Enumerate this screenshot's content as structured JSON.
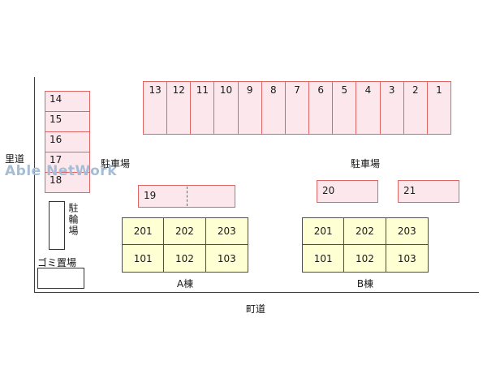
{
  "watermark": "Able NetWork",
  "roads": {
    "left": "里道",
    "bottom": "町道"
  },
  "areas": {
    "parking_label_left": "駐車場",
    "parking_label_right": "駐車場",
    "bicycle_label": "駐輪場",
    "garbage_label": "ゴミ置場"
  },
  "parking": {
    "top_row": [
      "13",
      "12",
      "11",
      "10",
      "9",
      "8",
      "7",
      "6",
      "5",
      "4",
      "3",
      "2",
      "1"
    ],
    "left_column": [
      "14",
      "15",
      "16",
      "17",
      "18"
    ],
    "space_19": "19",
    "space_20": "20",
    "space_21": "21"
  },
  "buildings": [
    {
      "name": "A棟",
      "units": [
        "201",
        "202",
        "203",
        "101",
        "102",
        "103"
      ]
    },
    {
      "name": "B棟",
      "units": [
        "201",
        "202",
        "203",
        "101",
        "102",
        "103"
      ]
    }
  ],
  "colors": {
    "parking_fill": "#fce7ec",
    "parking_border": "#e06666",
    "building_fill": "#ffffd4",
    "building_border": "#4d4d4d",
    "watermark": "#a4bdd4"
  }
}
